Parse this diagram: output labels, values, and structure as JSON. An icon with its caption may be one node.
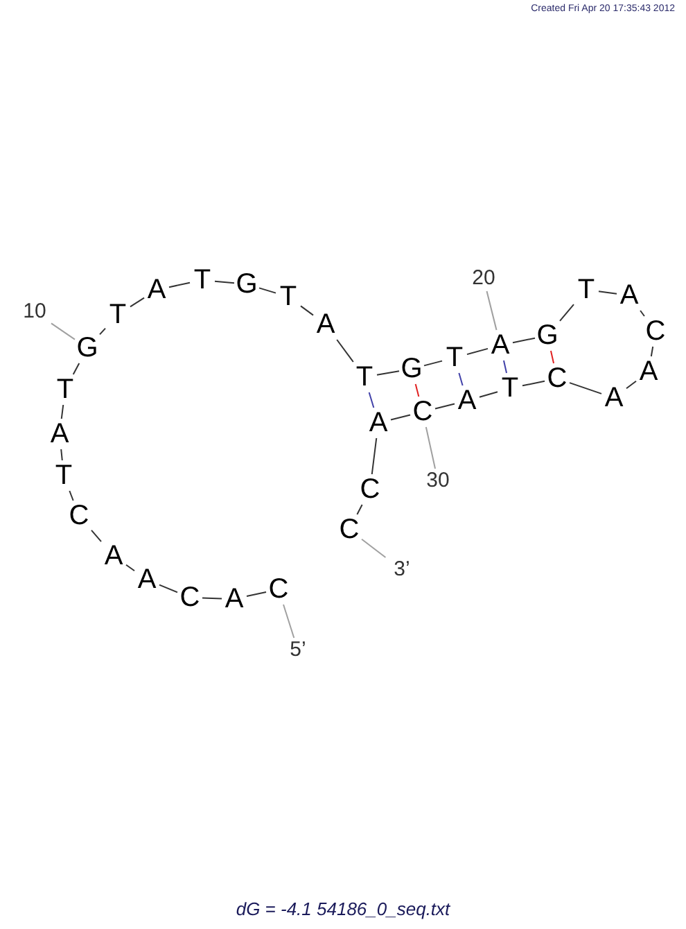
{
  "diagram": {
    "caption": "dG = -4.1 54186_0_seq.txt",
    "nodes": [
      {
        "text": [
          "C"
        ]
      },
      {
        "text": [
          "A"
        ]
      },
      {
        "text": [
          "C"
        ]
      },
      {
        "text": [
          "A"
        ]
      },
      {
        "text": [
          "A"
        ]
      },
      {
        "text": [
          "C"
        ]
      },
      {
        "text": [
          "T"
        ]
      },
      {
        "text": [
          "A"
        ]
      },
      {
        "text": [
          "T"
        ]
      },
      {
        "text": [
          "G"
        ]
      },
      {
        "text": [
          "T"
        ]
      },
      {
        "text": [
          "A"
        ]
      },
      {
        "text": [
          "T"
        ]
      },
      {
        "text": [
          "G"
        ]
      },
      {
        "text": [
          "T"
        ]
      },
      {
        "text": [
          "A"
        ]
      },
      {
        "text": [
          "T"
        ]
      },
      {
        "text": [
          "G"
        ]
      },
      {
        "text": [
          "T"
        ]
      },
      {
        "text": [
          "A"
        ]
      },
      {
        "text": [
          "G"
        ]
      },
      {
        "text": [
          "T"
        ]
      },
      {
        "text": [
          "A"
        ]
      },
      {
        "text": [
          "C"
        ]
      },
      {
        "text": [
          "A"
        ]
      },
      {
        "text": [
          "A"
        ]
      },
      {
        "text": [
          "C"
        ]
      },
      {
        "text": [
          "T"
        ]
      },
      {
        "text": [
          "A"
        ]
      },
      {
        "text": [
          "C"
        ]
      },
      {
        "text": [
          "A"
        ]
      },
      {
        "text": [
          "C"
        ]
      },
      {
        "text": [
          "C"
        ]
      },
      {
        "text": [
          "10"
        ]
      },
      {
        "text": [
          "20"
        ]
      },
      {
        "text": [
          "30"
        ]
      },
      {
        "text": [
          "5’"
        ]
      },
      {
        "text": [
          "3’"
        ]
      }
    ],
    "edges": [
      {
        "from": 0,
        "to": 1,
        "arrow": "none"
      },
      {
        "from": 1,
        "to": 2,
        "arrow": "none"
      },
      {
        "from": 2,
        "to": 3,
        "arrow": "none"
      },
      {
        "from": 3,
        "to": 4,
        "arrow": "none"
      },
      {
        "from": 4,
        "to": 5,
        "arrow": "none"
      },
      {
        "from": 5,
        "to": 6,
        "arrow": "none"
      },
      {
        "from": 6,
        "to": 7,
        "arrow": "none"
      },
      {
        "from": 7,
        "to": 8,
        "arrow": "none"
      },
      {
        "from": 8,
        "to": 9,
        "arrow": "none"
      },
      {
        "from": 9,
        "to": 10,
        "arrow": "none"
      },
      {
        "from": 10,
        "to": 11,
        "arrow": "none"
      },
      {
        "from": 11,
        "to": 12,
        "arrow": "none"
      },
      {
        "from": 12,
        "to": 13,
        "arrow": "none"
      },
      {
        "from": 13,
        "to": 14,
        "arrow": "none"
      },
      {
        "from": 14,
        "to": 15,
        "arrow": "none"
      },
      {
        "from": 15,
        "to": 16,
        "arrow": "none"
      },
      {
        "from": 16,
        "to": 17,
        "arrow": "none"
      },
      {
        "from": 17,
        "to": 18,
        "arrow": "none"
      },
      {
        "from": 18,
        "to": 19,
        "arrow": "none"
      },
      {
        "from": 19,
        "to": 20,
        "arrow": "none"
      },
      {
        "from": 20,
        "to": 21,
        "arrow": "none"
      },
      {
        "from": 21,
        "to": 22,
        "arrow": "none"
      },
      {
        "from": 22,
        "to": 23,
        "arrow": "none"
      },
      {
        "from": 23,
        "to": 24,
        "arrow": "none"
      },
      {
        "from": 24,
        "to": 25,
        "arrow": "none"
      },
      {
        "from": 25,
        "to": 26,
        "arrow": "none"
      },
      {
        "from": 26,
        "to": 27,
        "arrow": "none"
      },
      {
        "from": 27,
        "to": 28,
        "arrow": "none"
      },
      {
        "from": 28,
        "to": 29,
        "arrow": "none"
      },
      {
        "from": 29,
        "to": 30,
        "arrow": "none"
      },
      {
        "from": 30,
        "to": 31,
        "arrow": "none"
      },
      {
        "from": 31,
        "to": 32,
        "arrow": "none"
      },
      {
        "from": 16,
        "to": 30,
        "arrow": "none",
        "color": "#4040a8"
      },
      {
        "from": 17,
        "to": 29,
        "arrow": "none",
        "color": "#e02020"
      },
      {
        "from": 18,
        "to": 28,
        "arrow": "none",
        "color": "#4040a8"
      },
      {
        "from": 19,
        "to": 27,
        "arrow": "none",
        "color": "#4040a8"
      },
      {
        "from": 20,
        "to": 26,
        "arrow": "none",
        "color": "#e02020"
      },
      {
        "from": 33,
        "to": 9,
        "arrow": "none",
        "color": "#a0a0a0"
      },
      {
        "from": 34,
        "to": 19,
        "arrow": "none",
        "color": "#a0a0a0"
      },
      {
        "from": 35,
        "to": 29,
        "arrow": "none",
        "color": "#a0a0a0"
      },
      {
        "from": 36,
        "to": 0,
        "arrow": "none",
        "color": "#a0a0a0"
      },
      {
        "from": 37,
        "to": 32,
        "arrow": "none",
        "color": "#a0a0a0"
      }
    ],
    "labels": [
      "Created Fri Apr 20 17:35:43 2012"
    ]
  }
}
